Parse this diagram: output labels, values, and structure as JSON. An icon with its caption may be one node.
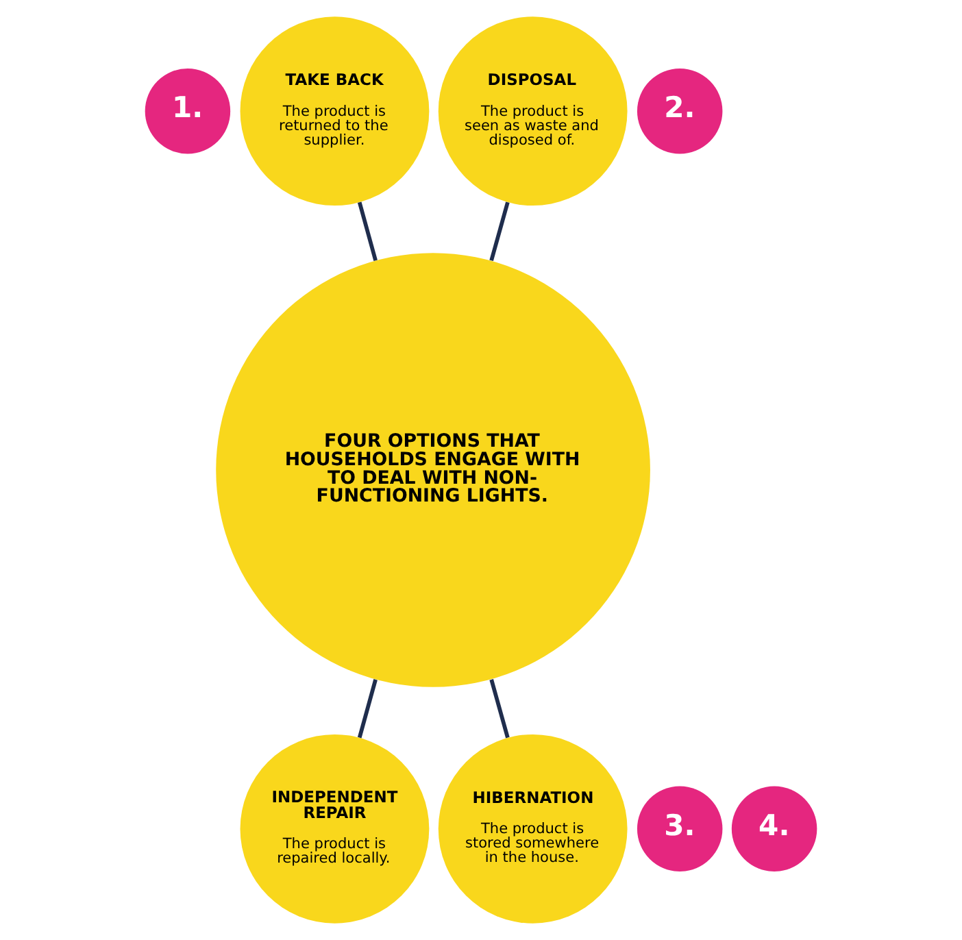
{
  "diagram": {
    "nodes": [
      {
        "text": [
          "1."
        ]
      },
      {
        "text": [
          "TAKE BACK",
          "The product is returned to the supplier."
        ]
      },
      {
        "text": [
          "DISPOSAL",
          "The product is seen as waste and disposed of."
        ]
      },
      {
        "text": [
          "2."
        ]
      },
      {
        "text": [
          "FOUR OPTIONS THAT HOUSEHOLDS ENGAGE WITH TO DEAL WITH NON-FUNCTIONING LIGHTS."
        ]
      },
      {
        "text": [
          "3."
        ]
      },
      {
        "text": [
          "INDEPENDENT REPAIR",
          "The product is repaired locally."
        ]
      },
      {
        "text": [
          "HIBERNATION",
          "The product is stored somewhere in the house."
        ]
      },
      {
        "text": [
          "4."
        ]
      }
    ],
    "edges": [
      {
        "from": 1,
        "to": 4,
        "arrow": "none"
      },
      {
        "from": 2,
        "to": 4,
        "arrow": "none"
      },
      {
        "from": 4,
        "to": 6,
        "arrow": "none"
      },
      {
        "from": 4,
        "to": 7,
        "arrow": "none"
      }
    ]
  }
}
